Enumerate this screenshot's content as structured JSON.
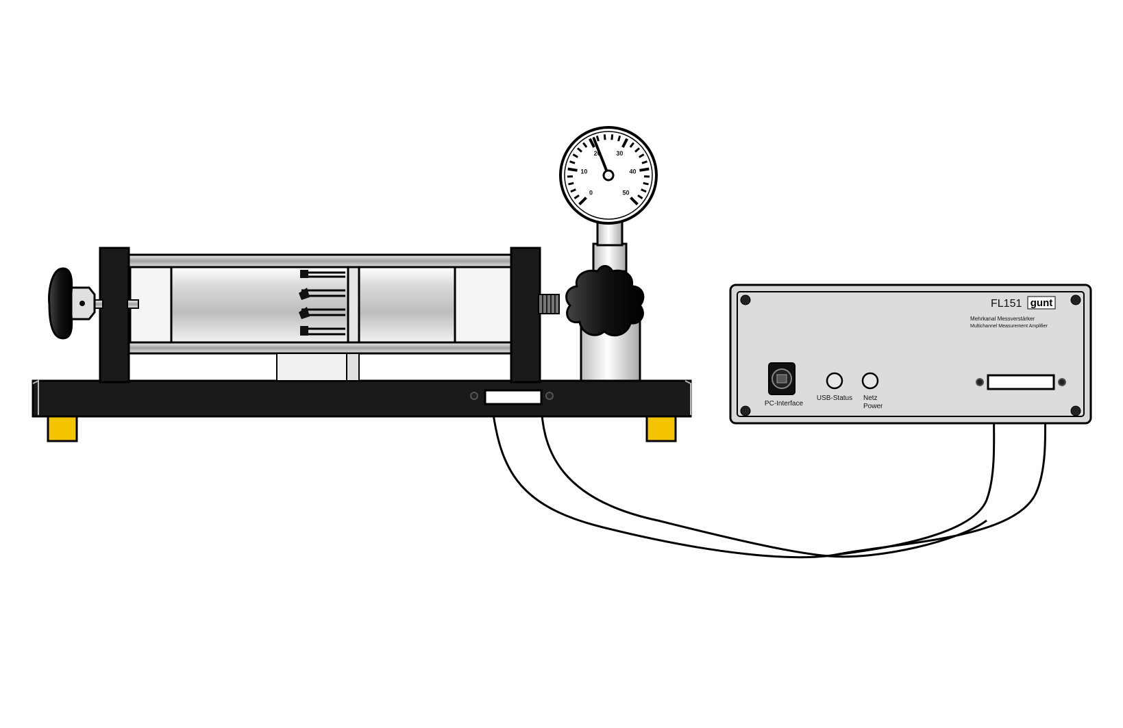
{
  "amplifier": {
    "model": "FL151",
    "brand": "gunt",
    "title_de": "Mehrkanal Messverstärker",
    "title_en": "Multichannel Measurement Amplifier",
    "pc_interface_label": "PC-Interface",
    "usb_status_label": "USB-Status",
    "power_label_de": "Netz",
    "power_label_en": "Power"
  },
  "gauge": {
    "tick_labels": [
      "0",
      "10",
      "20",
      "30",
      "40",
      "50"
    ],
    "needle_value": 21,
    "max_value": 50
  },
  "colors": {
    "frame": "#1a1a1a",
    "feet": "#f5c400",
    "amplifier_panel": "#d8d8d8",
    "cylinder": "#c8c8c8"
  }
}
